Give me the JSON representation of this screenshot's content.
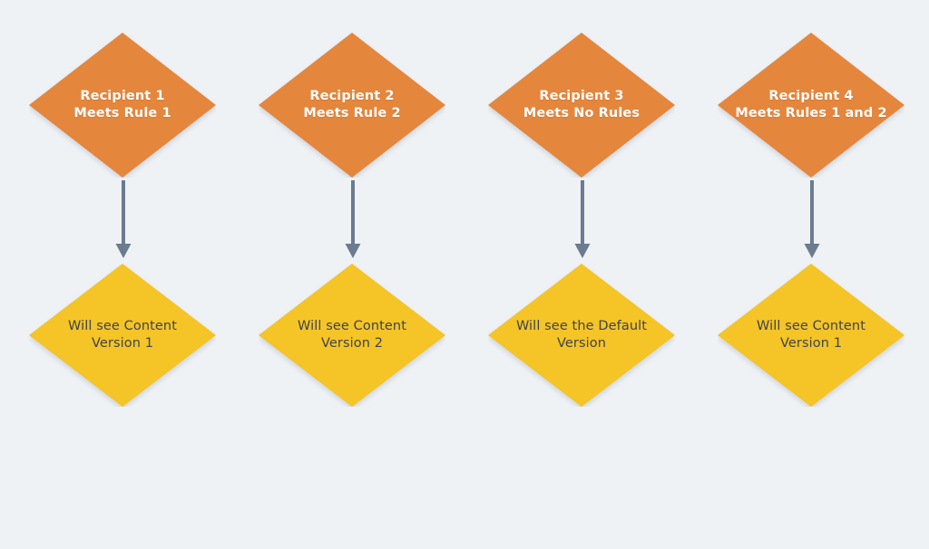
{
  "diagram": {
    "background_color": "#eff2f5",
    "condition_color": "#e5863c",
    "outcome_color": "#f5c427",
    "arrow_color": "#6b7c8f",
    "condition_text_color": "#ffffff",
    "outcome_text_color": "#3d4450",
    "columns": [
      {
        "condition": {
          "line1": "Recipient 1",
          "line2": "Meets Rule 1"
        },
        "outcome": {
          "line1": "Will see Content",
          "line2": "Version 1"
        },
        "connector": "down-arrow"
      },
      {
        "condition": {
          "line1": "Recipient 2",
          "line2": "Meets Rule 2"
        },
        "outcome": {
          "line1": "Will see Content",
          "line2": "Version 2"
        },
        "connector": "down-arrow"
      },
      {
        "condition": {
          "line1": "Recipient 3",
          "line2": "Meets No Rules"
        },
        "outcome": {
          "line1": "Will see the Default",
          "line2": "Version"
        },
        "connector": "down-arrow"
      },
      {
        "condition": {
          "line1": "Recipient 4",
          "line2": "Meets Rules 1 and 2"
        },
        "outcome": {
          "line1": "Will see Content",
          "line2": "Version 1"
        },
        "connector": "down-arrow"
      }
    ]
  }
}
